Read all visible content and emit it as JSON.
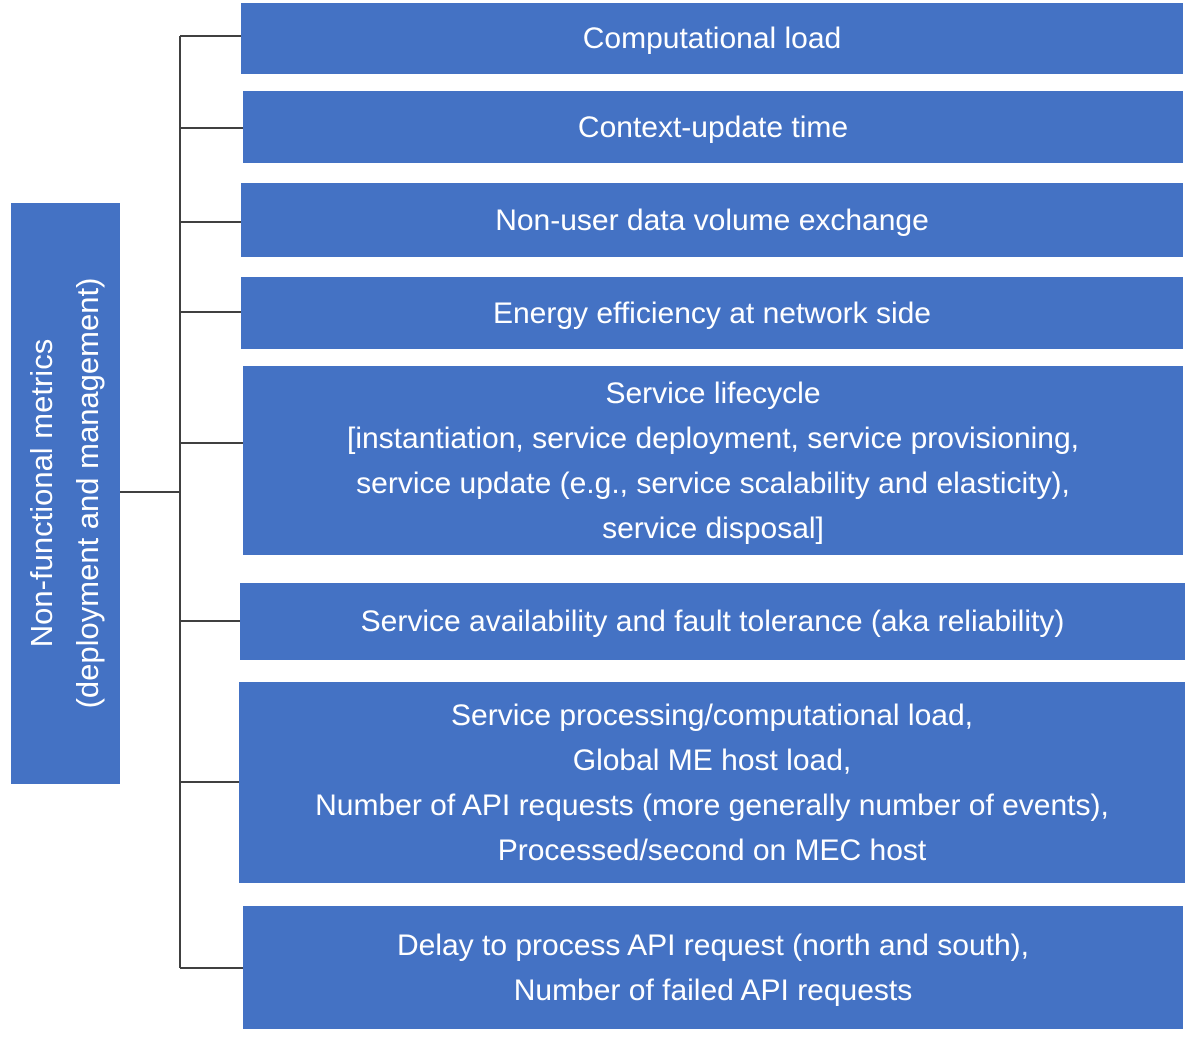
{
  "root": {
    "label": "Non-functional metrics\n(deployment and management)"
  },
  "metrics": [
    {
      "label": "Computational load"
    },
    {
      "label": "Context-update time"
    },
    {
      "label": "Non-user data volume exchange"
    },
    {
      "label": "Energy efficiency at network side"
    },
    {
      "label": "Service lifecycle\n[instantiation, service deployment, service provisioning,\nservice update (e.g., service scalability and elasticity),\nservice disposal]"
    },
    {
      "label": "Service availability and fault tolerance (aka reliability)"
    },
    {
      "label": "Service processing/computational load,\nGlobal ME host load,\nNumber of API requests (more generally number of events),\nProcessed/second on MEC host"
    },
    {
      "label": "Delay to process API request (north and south),\nNumber of failed API requests"
    }
  ],
  "colors": {
    "box_fill": "#4472c4",
    "box_text": "#ffffff",
    "connector": "#404040"
  }
}
